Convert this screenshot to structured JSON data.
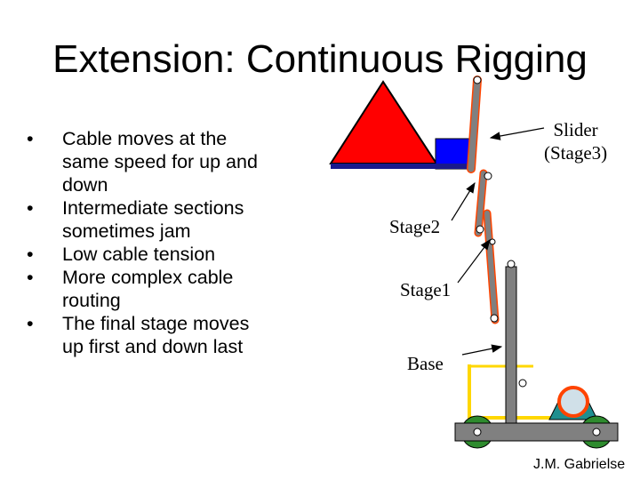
{
  "slide": {
    "title": "Extension: Continuous Rigging",
    "bullets": [
      {
        "line1": "Cable moves at the",
        "line2": "same speed for up and",
        "line3": "down"
      },
      {
        "line1": "Intermediate sections",
        "line2": "sometimes jam"
      },
      {
        "line1": "Low cable tension"
      },
      {
        "line1": "More complex cable",
        "line2": "routing"
      },
      {
        "line1": "The final stage moves",
        "line2": "up first and down last"
      }
    ],
    "bullet_glyph": "•"
  },
  "diagram": {
    "labels": {
      "slider_line1": "Slider",
      "slider_line2": "(Stage3)",
      "stage2": "Stage2",
      "stage1": "Stage1",
      "base": "Base"
    },
    "colors": {
      "triangle": "#ff0000",
      "block": "#0000ff",
      "stage_bar": "#808080",
      "cable": "#ff4400",
      "frame": "#ffd700",
      "wheel": "#2e8b2e",
      "pulley_base": "#1f8f8f"
    }
  },
  "credit": "J.M. Gabrielse"
}
